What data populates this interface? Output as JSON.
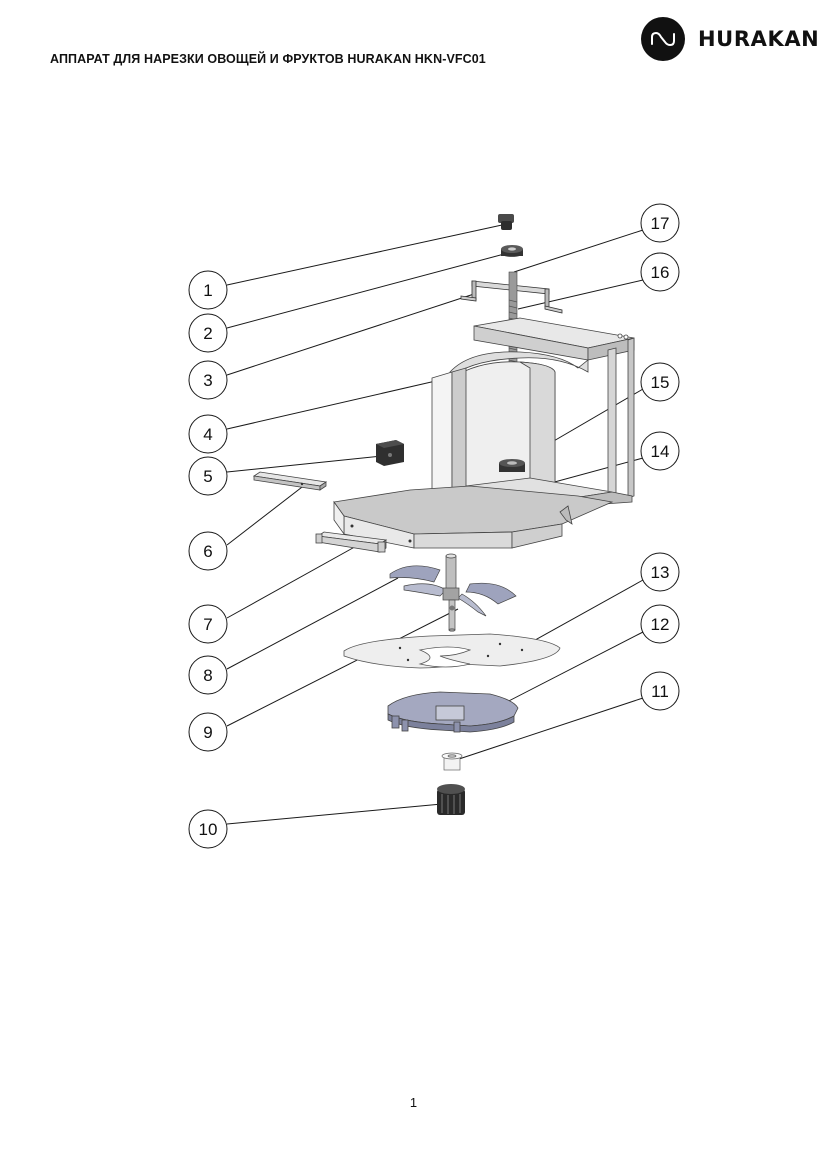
{
  "header": {
    "title": "АППАРАТ ДЛЯ НАРЕЗКИ ОВОЩЕЙ И ФРУКТОВ HURAKAN HKN-VFC01",
    "brand_name": "HURAKAN",
    "logo_icon": "infinity-loop-icon"
  },
  "diagram": {
    "callouts": [
      "1",
      "2",
      "3",
      "4",
      "5",
      "6",
      "7",
      "8",
      "9",
      "10",
      "11",
      "12",
      "13",
      "14",
      "15",
      "16",
      "17"
    ]
  },
  "colors": {
    "line": "#1a1a1a",
    "metal": "#e4e4e4",
    "metal_dark": "#c8c8c8",
    "blade": "#9ea3bd",
    "rubber": "#3a3a3a"
  },
  "footer": {
    "page_number": "1"
  }
}
